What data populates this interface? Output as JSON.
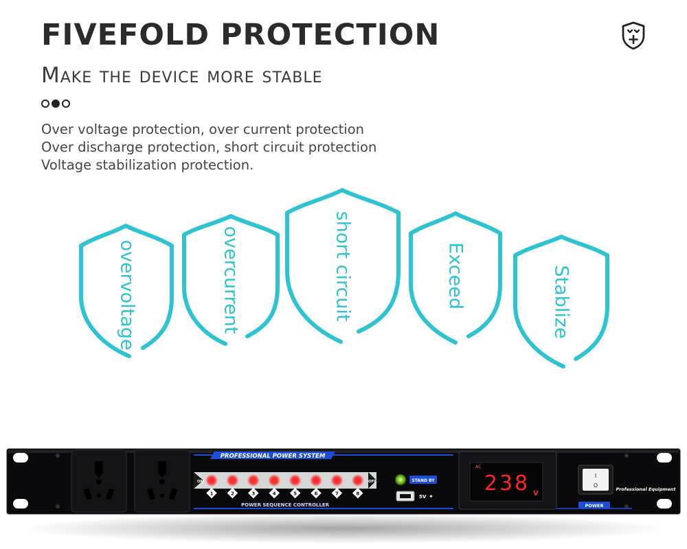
{
  "header": {
    "title": "FIVEFOLD PROTECTION",
    "subtitle": "Make the device more stable",
    "logo_icon": "shield-plus-icon"
  },
  "dots": {
    "count": 3,
    "active_index": 1
  },
  "description": [
    "Over voltage protection, over current protection",
    "Over discharge protection, short circuit protection",
    "Voltage stabilization protection."
  ],
  "shields": [
    {
      "label": "overvoltage"
    },
    {
      "label": "overcurrent"
    },
    {
      "label": "short circuit"
    },
    {
      "label": "Exceed"
    },
    {
      "label": "Stablize"
    }
  ],
  "colors": {
    "accent": "#2ec3d1",
    "text": "#3a3a3a",
    "panel": "#0a0a0c",
    "led_red": "#ff2a2a",
    "panel_blue": "#1c4fd8"
  },
  "device": {
    "banner": "PROFESSIONAL POWER SYSTEM",
    "controller_label": "POWER SEQUENCE CONTROLLER",
    "on_label": "ON",
    "off_label": "OFF",
    "channels": [
      "1",
      "2",
      "3",
      "4",
      "5",
      "6",
      "7",
      "8"
    ],
    "standby_label": "STAND BY",
    "usb_label": "5V",
    "meter_ac": "AC",
    "meter_value": "238",
    "meter_unit": "V",
    "power_label": "POWER",
    "brand_label": "Professional Equipment",
    "switch_on": "I",
    "switch_off": "O"
  }
}
